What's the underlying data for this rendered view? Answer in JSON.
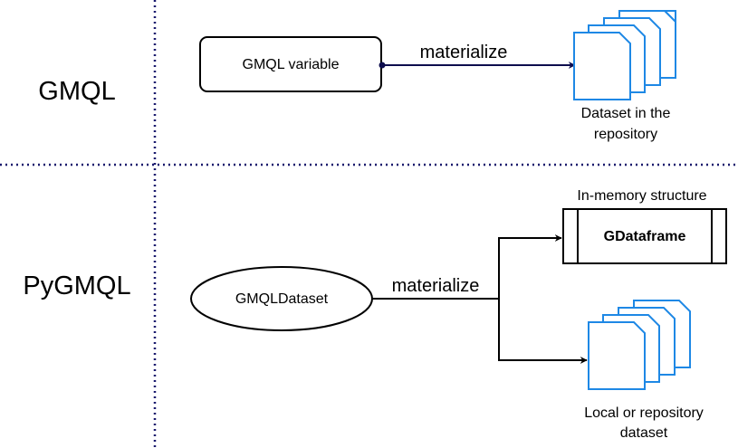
{
  "sections": {
    "gmql": {
      "title": "GMQL",
      "variable_label": "GMQL variable",
      "edge_label": "materialize",
      "target_caption_line1": "Dataset in the",
      "target_caption_line2": "repository"
    },
    "pygmql": {
      "title": "PyGMQL",
      "dataset_label": "GMQLDataset",
      "edge_label": "materialize",
      "memory_caption": "In-memory structure",
      "gdataframe_label": "GDataframe",
      "local_caption_line1": "Local or repository",
      "local_caption_line2": "dataset"
    }
  },
  "colors": {
    "separator": "#1a1a6e",
    "gmql_arrow": "#0d0d4d",
    "document_stroke": "#1e88e5",
    "line": "#000000"
  },
  "icons": {
    "dataset_stack": "document-stack-icon"
  }
}
